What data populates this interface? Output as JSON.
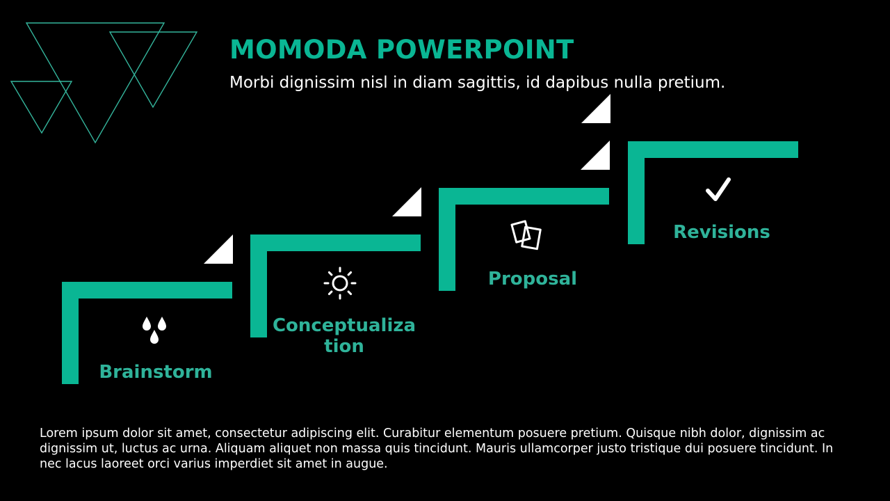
{
  "colors": {
    "background": "#000000",
    "accent": "#0ab694",
    "label": "#2fb39a",
    "deco_line": "#34b59c",
    "icon": "#ffffff"
  },
  "header": {
    "title": "MOMODA POWERPOINT",
    "subtitle": "Morbi dignissim nisl in diam sagittis, id dapibus nulla pretium."
  },
  "steps": [
    {
      "label": "Brainstorm",
      "icon": "water-drops-icon"
    },
    {
      "label": "Conceptualization",
      "icon": "sun-icon"
    },
    {
      "label": "Proposal",
      "icon": "documents-icon"
    },
    {
      "label": "Revisions",
      "icon": "checkmark-icon"
    }
  ],
  "body": {
    "text": "Lorem ipsum dolor sit amet, consectetur adipiscing elit. Curabitur elementum posuere pretium. Quisque nibh dolor, dignissim ac dignissim ut, luctus ac urna. Aliquam aliquet non massa quis tincidunt. Mauris ullamcorper justo tristique dui posuere tincidunt. In nec lacus laoreet orci varius imperdiet sit amet in augue."
  }
}
